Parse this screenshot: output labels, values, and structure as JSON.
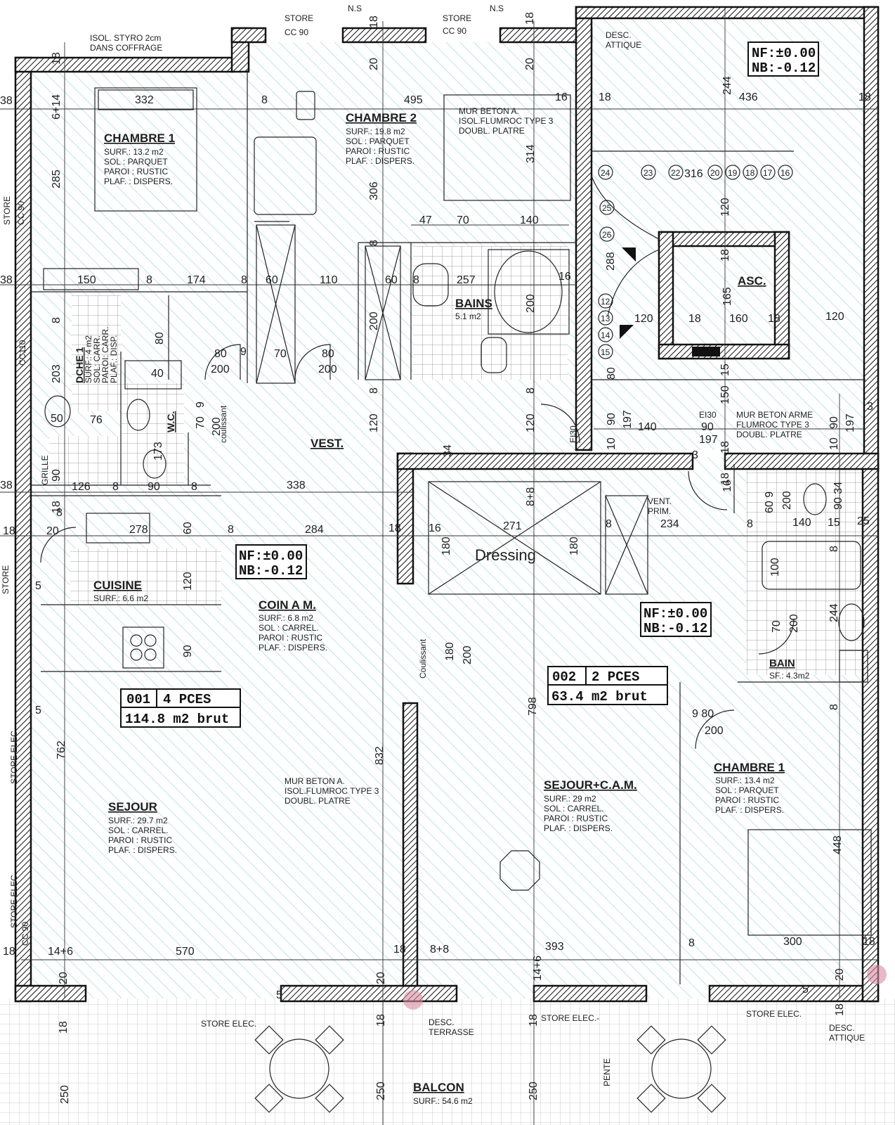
{
  "labels": {
    "store_cc90_top_left": "STORE",
    "cc90_a": "CC 90",
    "store_cc90_top_mid": "STORE",
    "cc90_b": "CC 90",
    "ns_a": "N.S",
    "ns_b": "N.S",
    "isol_line1": "ISOL. STYRO 2cm",
    "isol_line2": "DANS COFFRAGE",
    "desc_attique_top_1": "DESC.",
    "desc_attique_top_2": "ATTIQUE",
    "mur_beton_1": "MUR BETON A.",
    "mur_beton_2": "ISOL.FLUMROC TYPE 3",
    "mur_beton_3": "DOUBL. PLATRE",
    "mur_beton_arme_1": "MUR BETON ARME",
    "mur_beton_arme_2": "FLUMROC TYPE 3",
    "mur_beton_arme_3": "DOUBL. PLATRE",
    "mur_beton_sej_1": "MUR BETON A.",
    "mur_beton_sej_2": "ISOL.FLUMROC TYPE 3",
    "mur_beton_sej_3": "DOUBL. PLATRE",
    "store_left_vert": "STORE",
    "cc90_left_vert": "CC 90",
    "cc110": "CC110",
    "grille": "GRILLE",
    "store_elec_left_1": "STORE ELEC.",
    "store_elec_left_2": "STORE ELEC.",
    "cc90_left_bottom": "CC 90",
    "store_vert_small": "STORE",
    "coulissant_a": "coulissant",
    "coulissant_b": "Coulissant",
    "vent_prim_1": "VENT.",
    "vent_prim_2": "PRIM.",
    "dressing": "Dressing",
    "asc": "ASC.",
    "store_elec_b1": "STORE ELEC.",
    "store_elec_b2": "STORE ELEC.-",
    "store_elec_b3": "STORE ELEC.",
    "desc_terrasse_1": "DESC.",
    "desc_terrasse_2": "TERRASSE",
    "desc_attique_bot_1": "DESC.",
    "desc_attique_bot_2": "ATTIQUE",
    "pente": "PENTE",
    "e130_a": "EI30",
    "e130_b": "EI30"
  },
  "rooms": {
    "chambre1_left": {
      "name": "CHAMBRE 1",
      "surf": "SURF.: 13.2 m2",
      "sol": "SOL : PARQUET",
      "paroi": "PAROI : RUSTIC",
      "plaf": "PLAF. : DISPERS."
    },
    "chambre2": {
      "name": "CHAMBRE 2",
      "surf": "SURF.: 19.8 m2",
      "sol": "SOL : PARQUET",
      "paroi": "PAROI : RUSTIC",
      "plaf": "PLAF. : DISPERS."
    },
    "bains": {
      "name": "BAINS",
      "surf": "5.1 m2"
    },
    "dche": {
      "name": "DCHE 1",
      "l1": "SURF.: 4 m2",
      "l2": "SOL: CARR.",
      "l3": "PAROI: CARR.",
      "l4": "PLAF.: DISP."
    },
    "wc": {
      "name": "W.C."
    },
    "vest": {
      "name": "VEST."
    },
    "cuisine": {
      "name": "CUISINE",
      "surf": "SURF.: 6.6 m2"
    },
    "coin_am": {
      "name": "COIN A M.",
      "surf": "SURF.: 6.8 m2",
      "sol": "SOL : CARREL.",
      "paroi": "PAROI : RUSTIC",
      "plaf": "PLAF. : DISPERS."
    },
    "sejour": {
      "name": "SEJOUR",
      "surf": "SURF.: 29.7 m2",
      "sol": "SOL : CARREL.",
      "paroi": "PAROI : RUSTIC",
      "plaf": "PLAF. : DISPERS."
    },
    "sejour_cam": {
      "name": "SEJOUR+C.A.M.",
      "surf": "SURF.: 29 m2",
      "sol": "SOL : CARREL.",
      "paroi": "PAROI : RUSTIC",
      "plaf": "PLAF. : DISPERS."
    },
    "chambre1_right": {
      "name": "CHAMBRE 1",
      "surf": "SURF.: 13.4 m2",
      "sol": "SOL : PARQUET",
      "paroi": "PAROI : RUSTIC",
      "plaf": "PLAF. : DISPERS."
    },
    "bain_right": {
      "name": "BAIN",
      "surf": "SF.: 4.3m2"
    },
    "balcon": {
      "name": "BALCON",
      "surf": "SURF.: 54.6 m2"
    }
  },
  "boxes": {
    "nf_top_1": "NF:±0.00",
    "nf_top_2": "NB:-0.12",
    "nf_mid_1": "NF:±0.00",
    "nf_mid_2": "NB:-0.12",
    "nf_right_1": "NF:±0.00",
    "nf_right_2": "NB:-0.12",
    "apt001_a": "001",
    "apt001_b": "4 PCES",
    "apt001_c": "114.8 m2 brut",
    "apt002_a": "002",
    "apt002_b": "2 PCES",
    "apt002_c": "63.4 m2 brut"
  },
  "dims": {
    "d18_top_left": "18",
    "d20_a": "20",
    "d18_a": "18",
    "d20_b": "20",
    "d18_b": "18",
    "d332": "332",
    "d495": "495",
    "d16_a": "16",
    "d18_c": "18",
    "d436": "436",
    "d18_d": "18",
    "d244": "244",
    "d8_a": "8",
    "d6_14": "6+14",
    "d285": "285",
    "d306": "306",
    "d314": "314",
    "d47": "47",
    "d70_a": "70",
    "d140_a": "140",
    "d8_b": "8",
    "d150": "150",
    "d8_c": "8",
    "d174": "174",
    "d8_d": "8",
    "d60_a": "60",
    "d110": "110",
    "d60_b": "60",
    "d8_e": "8",
    "d257": "257",
    "d16_b": "16",
    "d200_a": "200",
    "d200_b": "200",
    "d288": "288",
    "d165": "165",
    "d120_a": "120",
    "d18_e": "18",
    "d160": "160",
    "d18_f": "18",
    "d120_b": "120",
    "d120_c": "120",
    "d18_g": "18",
    "d80_a": "80",
    "d9_a": "9",
    "d70_b": "70",
    "d80_b": "80",
    "d200_c": "200",
    "d200_d": "200",
    "d8_f": "8",
    "d8_g": "8",
    "d80_c": "80",
    "d40": "40",
    "d203": "203",
    "d50": "50",
    "d76": "76",
    "d173": "173",
    "d70_c": "70",
    "d9_b": "9",
    "d200_e": "200",
    "d120_d": "120",
    "d120_e": "120",
    "d34": "34",
    "d8_h": "8",
    "d80_d": "80",
    "d15": "15",
    "d150_b": "150",
    "d90_a": "90",
    "d197_a": "197",
    "d140_b": "140",
    "d90_b": "90",
    "d197_b": "197",
    "d10_a": "10",
    "d18_h": "18",
    "d10_b": "10",
    "d90_c": "90",
    "d197_c": "197",
    "d3_a": "3",
    "d3_b": "3",
    "d90_d": "90",
    "d126": "126",
    "d8_i": "8",
    "d90_e": "90",
    "d8_j": "8",
    "d338": "338",
    "d8_8_a": "8+8",
    "d16_c": "16",
    "d60_9": "60 9",
    "d200_f": "200",
    "d90_34": "90 34",
    "d8_k": "8",
    "d20_c": "20",
    "d278": "278",
    "d60_c": "60",
    "d8_l": "8",
    "d284": "284",
    "d18_i": "18",
    "d16_d": "16",
    "d271": "271",
    "d8_m": "8",
    "d234": "234",
    "d8_n": "8",
    "d140_c": "140",
    "d15_b": "15",
    "d25": "25",
    "d18_j": "18",
    "d180_a": "180",
    "d180_b": "180",
    "d100": "100",
    "d8_o": "8",
    "d5_a": "5",
    "d120_f": "120",
    "d70_d": "70",
    "d200_g": "200",
    "d244_b": "244",
    "d90_f": "90",
    "d180_c": "180",
    "d200_h": "200",
    "d798": "798",
    "d8_p": "8",
    "d9_80": "9  80",
    "d200_i": "200",
    "d5_b": "5",
    "d762": "762",
    "d832": "832",
    "d448": "448",
    "d14_6_a": "14+6",
    "d570": "570",
    "d18_k": "18",
    "d8_8_b": "8+8",
    "d393": "393",
    "d14_6_b": "14+6",
    "d8_q": "8",
    "d300": "300",
    "d18_l": "18",
    "d20_d": "20",
    "d20_e": "20",
    "d20_f": "20",
    "d5_c": "5",
    "d5_d": "5",
    "d18_m": "18",
    "d18_n": "18",
    "d18_o": "18",
    "d18_p": "18",
    "d250_a": "250",
    "d250_b": "250",
    "d250_c": "250",
    "d18_q": "18",
    "d38_a": "38",
    "d38_b": "38",
    "d38_c": "38",
    "d18_r": "18",
    "d18_s": "18"
  },
  "steps": [
    "24",
    "23",
    "22",
    "316",
    "20",
    "19",
    "18",
    "17",
    "16",
    "25",
    "26",
    "12",
    "13",
    "14",
    "15"
  ],
  "colors": {
    "wall": "#111111",
    "hatch": "#9fd3d8",
    "tile": "#8a8a8a",
    "accent_circle": "#d98aa0"
  }
}
